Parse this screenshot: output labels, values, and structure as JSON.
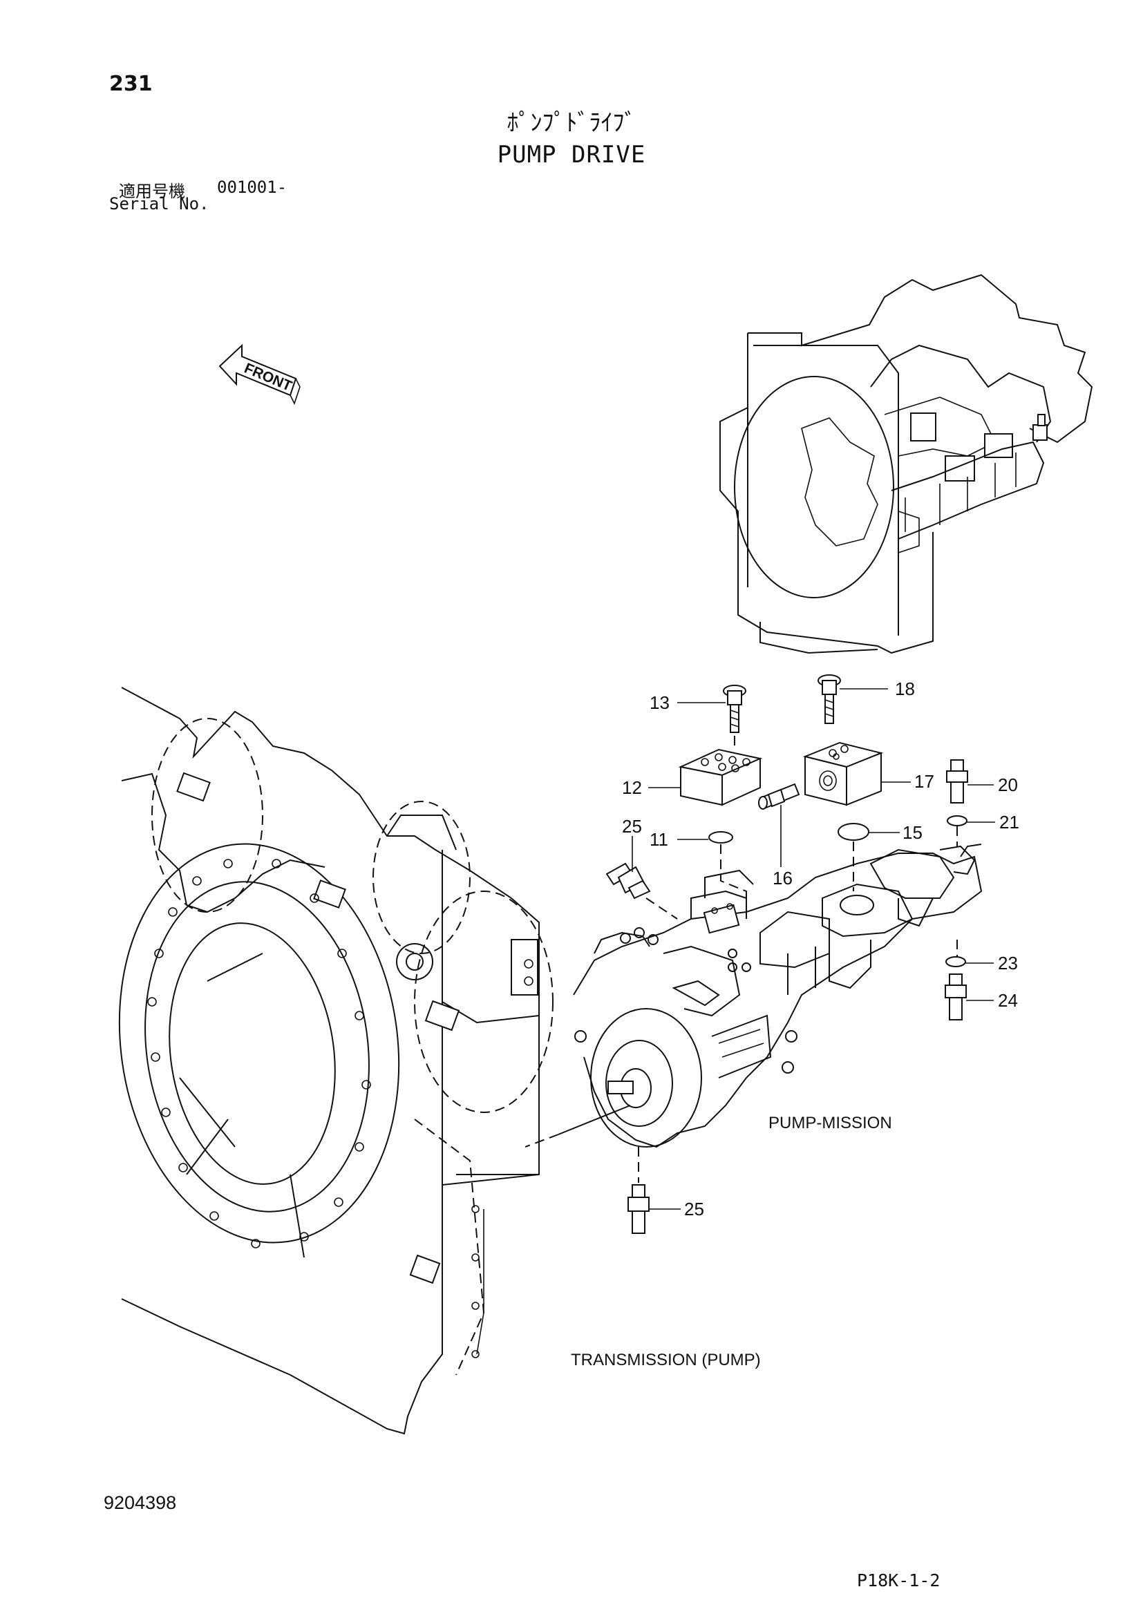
{
  "header": {
    "page_number": "231",
    "title_jp": "ﾎﾟﾝﾌﾟﾄﾞﾗｲﾌﾞ",
    "title_en": "PUMP DRIVE",
    "serial_label_jp": "適用号機",
    "serial_value": "001001-",
    "serial_label_en": "Serial No."
  },
  "diagram": {
    "front_label": "FRONT",
    "callouts": [
      "11",
      "12",
      "13",
      "15",
      "16",
      "17",
      "18",
      "20",
      "21",
      "23",
      "24",
      "25",
      "25"
    ],
    "labels": {
      "pump_mission": "PUMP-MISSION",
      "transmission": "TRANSMISSION  (PUMP)"
    }
  },
  "footer": {
    "doc_number": "9204398",
    "page_code": "P18K-1-2"
  }
}
